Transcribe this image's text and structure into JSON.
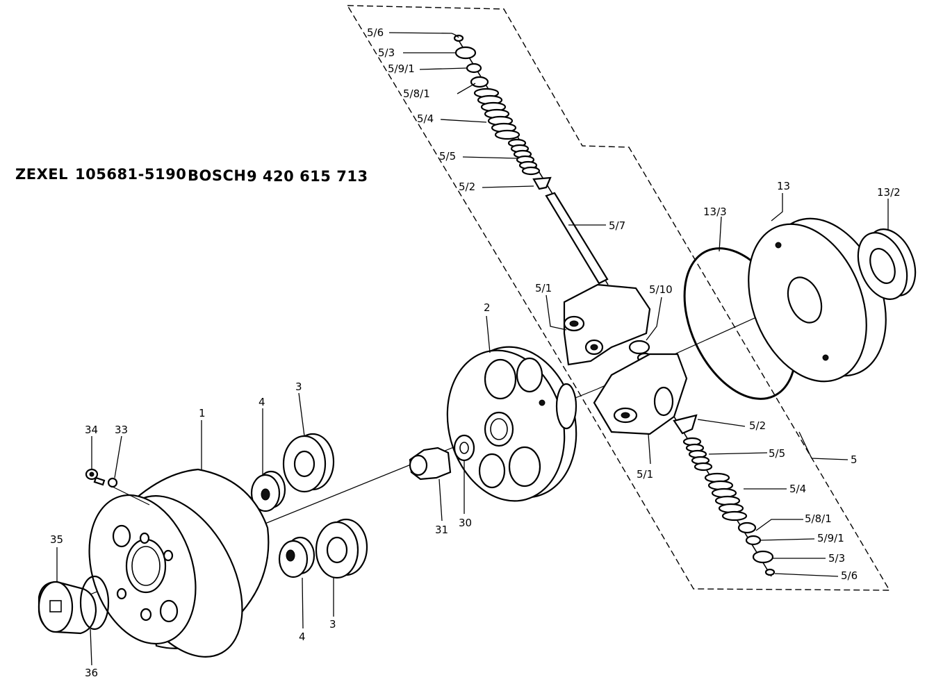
{
  "header": {
    "brand1": "ZEXEL",
    "code1": "105681-5190",
    "brand2": "BOSCH",
    "code2": "9 420 615 713"
  },
  "callouts": {
    "p5_6_top": "5/6",
    "p5_3_top": "5/3",
    "p5_9_1_top": "5/9/1",
    "p5_8_1_top": "5/8/1",
    "p5_4_top": "5/4",
    "p5_5_top": "5/5",
    "p5_2_top": "5/2",
    "p5_7": "5/7",
    "p5_1_top": "5/1",
    "p5_10": "5/10",
    "p13_3": "13/3",
    "p13": "13",
    "p13_2": "13/2",
    "p2": "2",
    "p5_2_bot": "5/2",
    "p5_5_bot": "5/5",
    "p5": "5",
    "p5_1_bot": "5/1",
    "p5_4_bot": "5/4",
    "p5_8_1_bot": "5/8/1",
    "p5_9_1_bot": "5/9/1",
    "p5_3_bot": "5/3",
    "p5_6_bot": "5/6",
    "p34": "34",
    "p33": "33",
    "p1": "1",
    "p4_top": "4",
    "p3_top": "3",
    "p31": "31",
    "p30": "30",
    "p35": "35",
    "p36": "36",
    "p4_bot": "4",
    "p3_bot": "3"
  }
}
